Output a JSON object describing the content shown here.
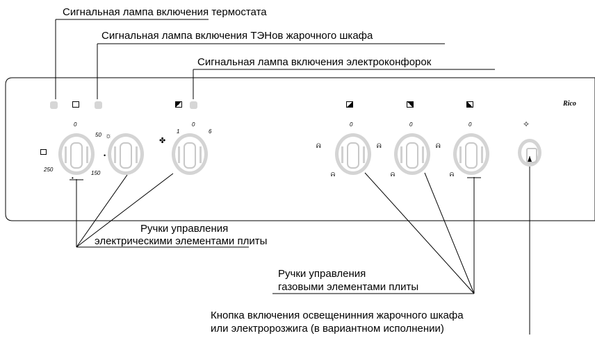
{
  "callouts": {
    "thermostat_lamp": "Сигнальная лампа включения термостата",
    "oven_heater_lamp": "Сигнальная лампа включения ТЭНов жарочного шкафа",
    "hotplate_lamp": "Сигнальная лампа включения электроконфорок",
    "electric_knobs_line1": "Ручки управления",
    "electric_knobs_line2": "электрическими элементами плиты",
    "gas_knobs_line1": "Ручки управления",
    "gas_knobs_line2": "газовыми элементами плиты",
    "light_button_line1": "Кнопка включения освещенинния жарочного шкафа",
    "light_button_line2": "или электророзжига (в вариантном исполнении)"
  },
  "brand": "Rico",
  "scales": {
    "thermostat_top": "0",
    "thermostat_50": "50",
    "thermostat_250": "250",
    "thermostat_150": "150",
    "hotplate_1": "1",
    "hotplate_0": "0",
    "hotplate_6": "6",
    "gas1_0": "0",
    "gas2_0": "0",
    "gas3_0": "0"
  },
  "icons": {
    "oven_mode": "oven-icon",
    "sun": "light-icon",
    "fan": "fan-icon",
    "flame": "flame-icon",
    "spark": "spark-icon"
  }
}
